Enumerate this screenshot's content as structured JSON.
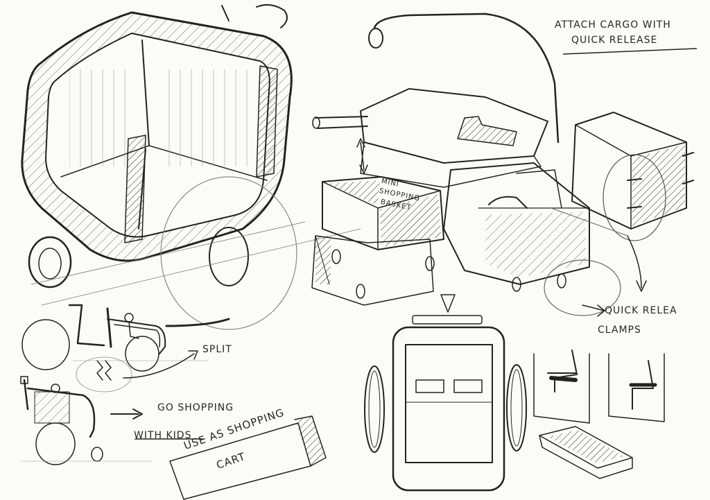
{
  "notes": {
    "attach_line1": "ATTACH CARGO WITH",
    "attach_line2": "QUICK RELEASE",
    "split": "SPLIT",
    "go_shopping": "GO SHOPPING",
    "with_kids": "WITH KIDS",
    "cart_line1": "USE AS SHOPPING",
    "cart_line2": "CART",
    "quick_release_line1": "QUICK RELEA",
    "quick_release_line2": "CLAMPS",
    "basket_line1": "MINI",
    "basket_line2": "SHOPPING",
    "basket_line3": "BASKET"
  },
  "style": {
    "ink": "#222222",
    "paper": "#fbfbf9"
  }
}
